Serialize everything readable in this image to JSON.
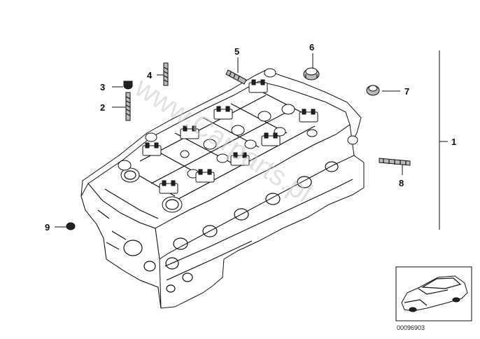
{
  "callouts": {
    "c1": "1",
    "c2": "2",
    "c3": "3",
    "c4": "4",
    "c5": "5",
    "c6": "6",
    "c7": "7",
    "c8": "8",
    "c9": "9"
  },
  "watermark": "www.Carparts.pl",
  "reference_number": "00096903",
  "icons": {
    "assembly": "cylinder-head-icon",
    "vehicle": "car-icon"
  },
  "colors": {
    "ink": "#111111",
    "background": "#ffffff",
    "watermark": "#c9c9c9"
  }
}
